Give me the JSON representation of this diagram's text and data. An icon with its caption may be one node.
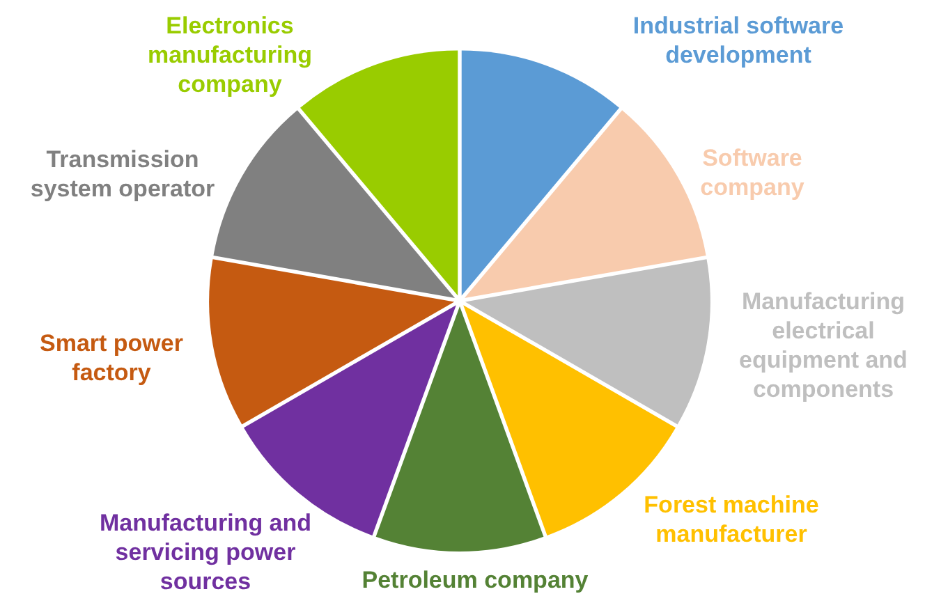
{
  "diagram": {
    "nodes": [
      {
        "text": [
          "Industrial software development"
        ]
      },
      {
        "text": [
          "Software company"
        ]
      },
      {
        "text": [
          "Manufacturing electrical equipment and components"
        ]
      },
      {
        "text": [
          "Forest machine manufacturer"
        ]
      },
      {
        "text": [
          "Petroleum company"
        ]
      },
      {
        "text": [
          "Manufacturing and servicing power sources"
        ]
      },
      {
        "text": [
          "Smart power factory"
        ]
      },
      {
        "text": [
          "Transmission system operator"
        ]
      },
      {
        "text": [
          "Electronics manufacturing company"
        ]
      }
    ]
  }
}
